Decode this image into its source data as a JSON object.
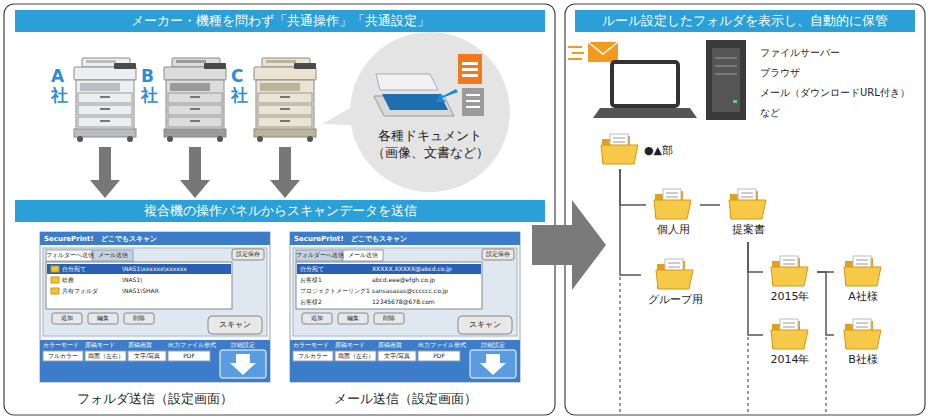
{
  "diagram": {
    "nodes": [
      {
        "text": [
          "メーカー・機種を問わず「共通操作」「共通設定」"
        ]
      },
      {
        "text": [
          "A社"
        ]
      },
      {
        "text": [
          "B社"
        ]
      },
      {
        "text": [
          "C社"
        ]
      },
      {
        "text": [
          "各種ドキュメント （画像、文書など）"
        ]
      },
      {
        "text": [
          "複合機の操作パネルからスキャンデータを送信"
        ]
      },
      {
        "text": [
          "フォルダ送信（設定画面）"
        ]
      },
      {
        "text": [
          "メール送信（設定画面）"
        ]
      },
      {
        "text": [
          "ルール設定したフォルダを表示し、自動的に保管"
        ]
      },
      {
        "text": [
          "●▲部"
        ]
      },
      {
        "text": [
          "個人用"
        ]
      },
      {
        "text": [
          "提案書"
        ]
      },
      {
        "text": [
          "グループ用"
        ]
      },
      {
        "text": [
          "2015年"
        ]
      },
      {
        "text": [
          "A社様"
        ]
      },
      {
        "text": [
          "2014年"
        ]
      },
      {
        "text": [
          "B社様"
        ]
      }
    ],
    "edges": [
      {
        "from": 1,
        "to": 5,
        "arrow": "to"
      },
      {
        "from": 2,
        "to": 5,
        "arrow": "to"
      },
      {
        "from": 3,
        "to": 5,
        "arrow": "to"
      },
      {
        "from": 9,
        "to": 10,
        "arrow": "none"
      },
      {
        "from": 9,
        "to": 12,
        "arrow": "none"
      },
      {
        "from": 10,
        "to": 11,
        "arrow": "none"
      },
      {
        "from": 11,
        "to": 13,
        "arrow": "none"
      },
      {
        "from": 11,
        "to": 15,
        "arrow": "none"
      },
      {
        "from": 13,
        "to": 14,
        "arrow": "none"
      },
      {
        "from": 13,
        "to": 16,
        "arrow": "none"
      }
    ],
    "labels": [
      "SecurePrint!　どこでもスキャン",
      "フォルダーへ送信",
      "メール送信",
      "設定保存",
      "自分宛て",
      "\\NAS1\\xxxxxx\\xxxxxx",
      "総務",
      "\\NAS1\\",
      "共有フォルダ",
      "\\NAS1\\SHAR",
      "追加",
      "編集",
      "削除",
      "スキャン",
      "カラーモード",
      "原稿モード",
      "原稿画質",
      "出力ファイル形式",
      "詳細設定",
      "フルカラー",
      "両面（左右）",
      "文字/写真",
      "PDF",
      "SecurePrint!　どこでもスキャン",
      "フォルダーへ送信",
      "メール送信",
      "設定保存",
      "自分宛て",
      "XXXXX.XXXXX@abcd.co.jp",
      "お客様1",
      "abcd.eee@efgh.co.jp",
      "プロジェクトメーリング1",
      "sansasasas@cccccc.co.jp",
      "お客様2",
      "12345678@678.com",
      "追加",
      "編集",
      "削除",
      "スキャン",
      "カラーモード",
      "原稿モード",
      "原稿画質",
      "出力ファイル形式",
      "詳細設定",
      "フルカラー",
      "両面（左右）",
      "文字/写真",
      "PDF",
      "ファイルサーバー",
      "ブラウザ",
      "メール（ダウンロードURL付き）",
      "など"
    ]
  }
}
